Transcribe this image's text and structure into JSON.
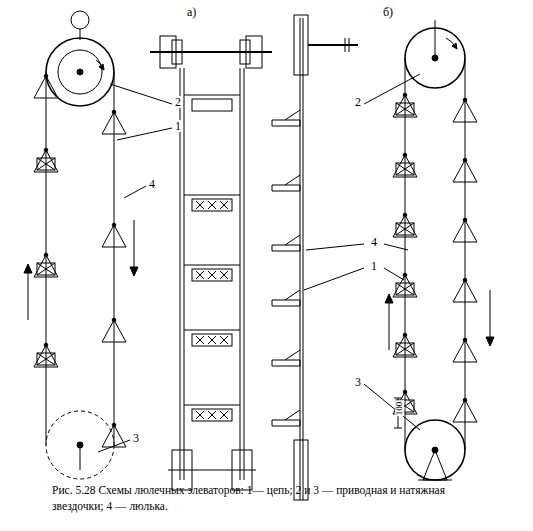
{
  "diagram": {
    "caption": "Рис. 5.28 Схемы люлечных элеваторов: 1— цепь; 2 и 3 — приводная и натяжная звездочки; 4 — люлька.",
    "labels": [
      "а)",
      "б)",
      "2",
      "1",
      "4",
      "3",
      "2",
      "4",
      "1",
      "3",
      "100"
    ]
  }
}
